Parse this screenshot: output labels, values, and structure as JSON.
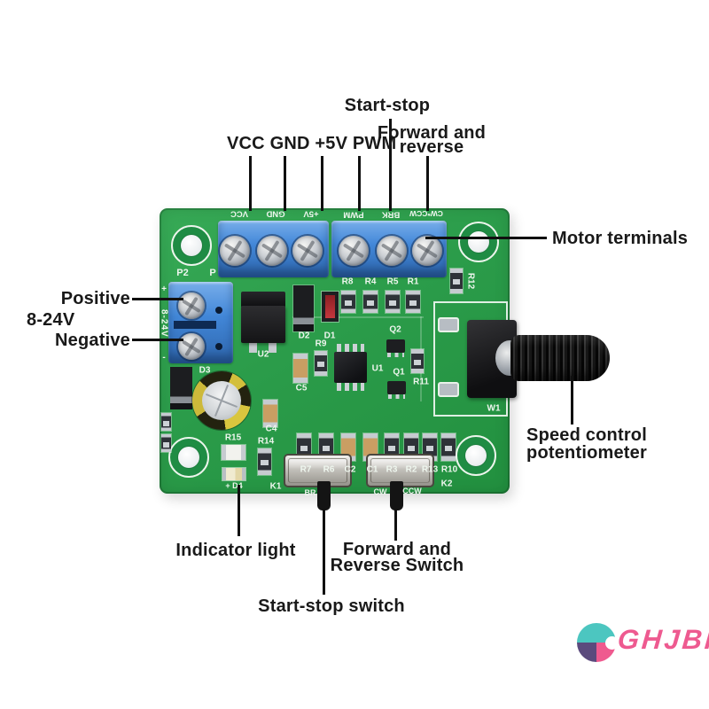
{
  "annotations": {
    "start_stop": "Start-stop",
    "pin_row": "VCC GND +5V PWM",
    "forward_reverse": [
      "Forward and",
      "reverse"
    ],
    "motor_terminals": "Motor terminals",
    "positive": "Positive",
    "voltage_range": "8-24V",
    "negative": "Negative",
    "speed_control": [
      "Speed control",
      "potentiometer"
    ],
    "indicator_light": "Indicator light",
    "forward_reverse_switch": [
      "Forward and",
      "Reverse Switch"
    ],
    "start_stop_switch": "Start-stop switch"
  },
  "pcb": {
    "terminal_labels": [
      "VCC",
      "GND",
      "+5V",
      "PWM",
      "BRK",
      "CW*CCW"
    ],
    "power_terminal": {
      "plus": "+",
      "range": "8-24V",
      "minus": "-",
      "connector": "P2",
      "connector2": "P"
    },
    "top_row": [
      "R8",
      "R4",
      "R5",
      "R1"
    ],
    "bottom_row": [
      "R7",
      "R6",
      "C2",
      "C1",
      "R3",
      "R2",
      "R13",
      "R10"
    ],
    "refs": {
      "u1": "U1",
      "u2": "U2",
      "q1": "Q1",
      "q2": "Q2",
      "d1": "D1",
      "d2": "D2",
      "d3": "D3",
      "d4": "+ D4",
      "r9": "R9",
      "r11": "R11",
      "r12": "R12",
      "r14": "R14",
      "r15": "R15",
      "c4": "C4",
      "c5": "C5",
      "w1": "W1",
      "k1": "K1",
      "k2": "K2",
      "sw1": "BR",
      "sw2a": "CW",
      "sw2b": "CCW"
    }
  },
  "watermark": {
    "text": "GHJBF"
  },
  "colors": {
    "board_green": "#2b9c4a",
    "terminal_blue": "#4287d8",
    "annotation_text": "#191919",
    "watermark_pink": "#ee5a90",
    "silkscreen": "#eef6ee"
  }
}
